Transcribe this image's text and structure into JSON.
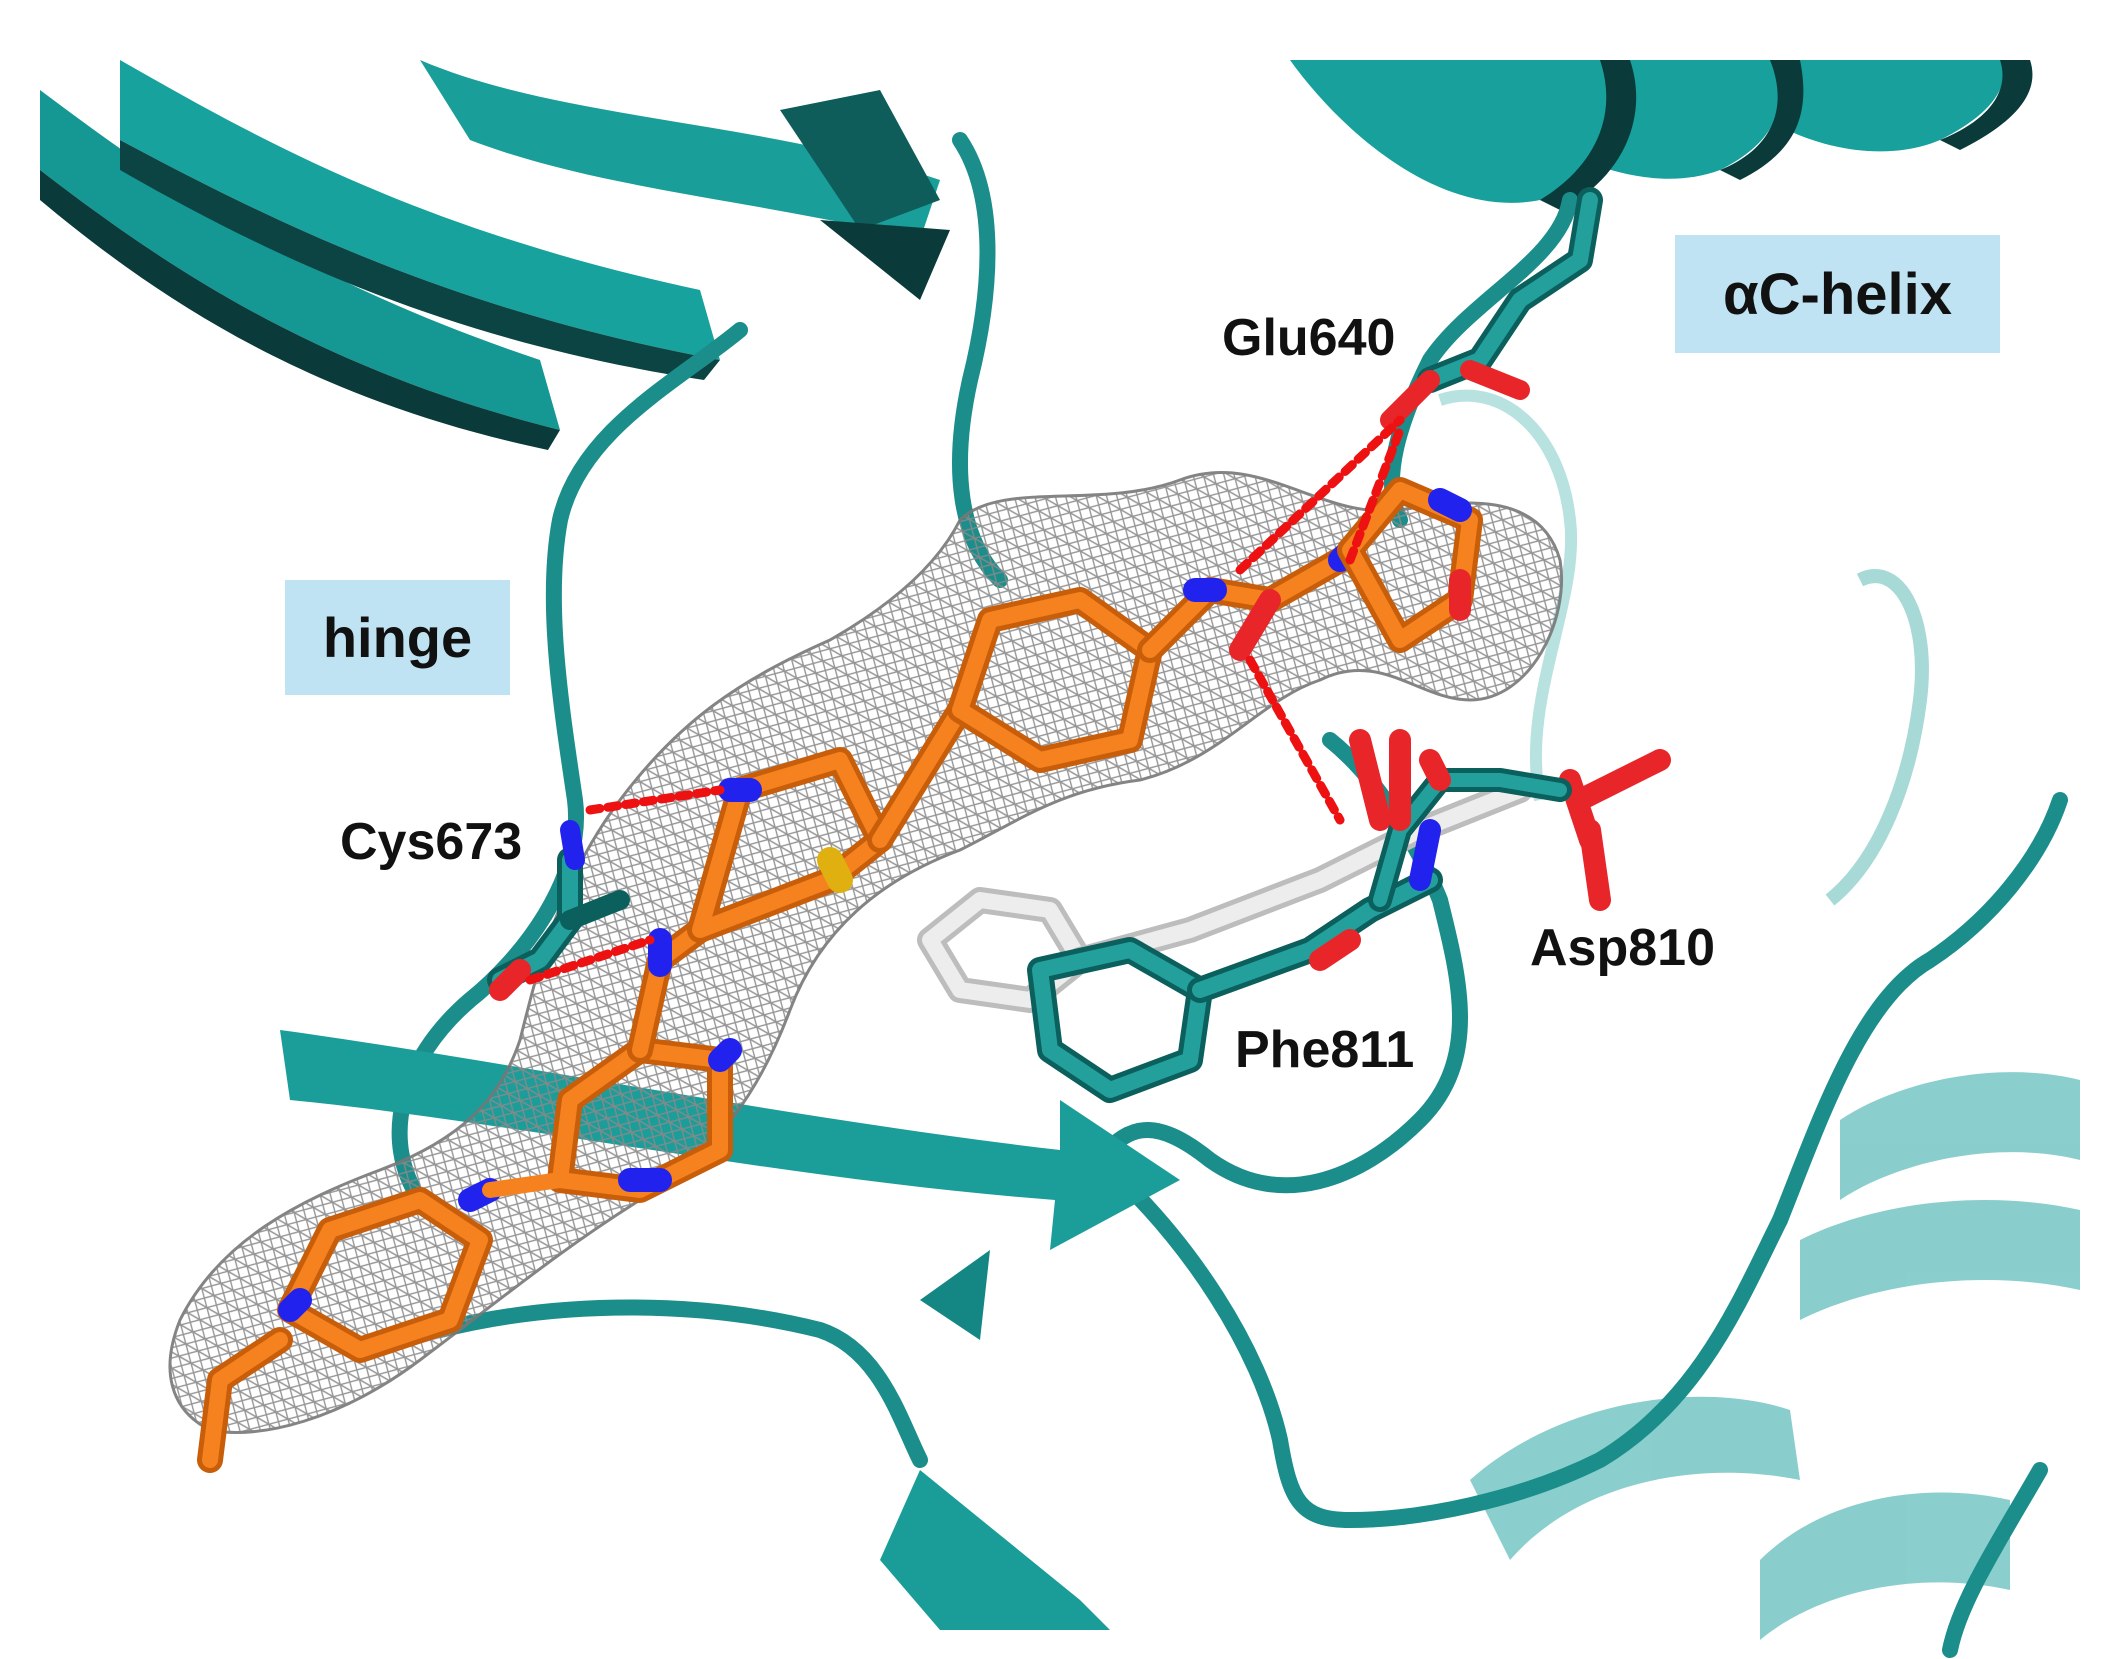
{
  "figure": {
    "labels": {
      "hinge": "hinge",
      "ac_helix": "αC-helix",
      "glu640": "Glu640",
      "cys673": "Cys673",
      "asp810": "Asp810",
      "phe811": "Phe811"
    },
    "colors": {
      "protein_ribbon": "#1f8f8c",
      "protein_ribbon_dark": "#0d5f5d",
      "protein_ribbon_faded": "#6fc1bf",
      "ligand_carbon": "#f5821f",
      "nitrogen": "#2222ee",
      "oxygen": "#e8262a",
      "sulfur": "#e0b010",
      "reference_carbon": "#e0e0e0",
      "density_mesh": "#8a8a8a",
      "hbond": "#ee1111",
      "label_background": "#bfe3f2"
    }
  }
}
